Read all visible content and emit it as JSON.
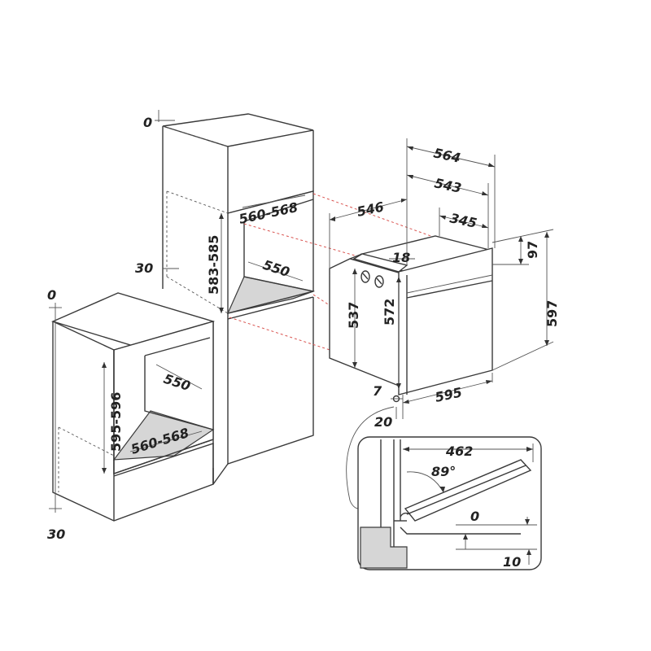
{
  "dimensions": {
    "under_counter": {
      "top_gap": "0",
      "bottom_gap": "30",
      "depth": "550",
      "width": "560-568",
      "height": "595-596"
    },
    "column": {
      "top_gap": "0",
      "side_gap": "30",
      "width": "560-568",
      "height": "583-585",
      "depth": "550"
    },
    "oven": {
      "overall_depth": "564",
      "body_depth": "543",
      "side_depth": "546",
      "rear_depth": "345",
      "top_offset": "18",
      "top_height": "97",
      "overall_height": "597",
      "body_height": "572",
      "side_height": "537",
      "width": "595",
      "front_gap": "7",
      "front_offset": "20"
    },
    "door_detail": {
      "projection": "462",
      "angle": "89°",
      "flush": "0",
      "drop": "10"
    }
  }
}
